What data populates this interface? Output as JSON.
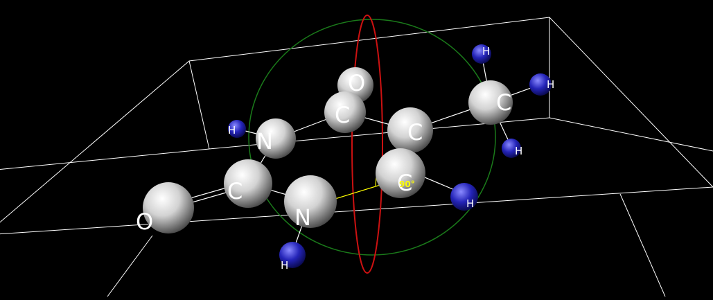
{
  "colors": {
    "background": "#000000",
    "box": "#ffffff",
    "bond": "#ffffff",
    "ring_green": "#1a7a1a",
    "ring_red": "#cc1111",
    "measure": "#ffff00",
    "heavy_atom": "#e8e8e8",
    "hydrogen": "#1a1aa0"
  },
  "atoms": [
    {
      "id": "O1",
      "label": "O"
    },
    {
      "id": "C1",
      "label": "C"
    },
    {
      "id": "N1",
      "label": "N"
    },
    {
      "id": "N2",
      "label": "N"
    },
    {
      "id": "C2",
      "label": "C"
    },
    {
      "id": "O2",
      "label": "O"
    },
    {
      "id": "C3",
      "label": "C"
    },
    {
      "id": "C4",
      "label": "C"
    },
    {
      "id": "C5",
      "label": "C"
    },
    {
      "id": "H1",
      "label": "H"
    },
    {
      "id": "H2",
      "label": "H"
    },
    {
      "id": "H3",
      "label": "H"
    },
    {
      "id": "H4",
      "label": "H"
    },
    {
      "id": "H5",
      "label": "H"
    },
    {
      "id": "H6",
      "label": "H"
    }
  ],
  "measurement": {
    "angle_label": "90°"
  }
}
